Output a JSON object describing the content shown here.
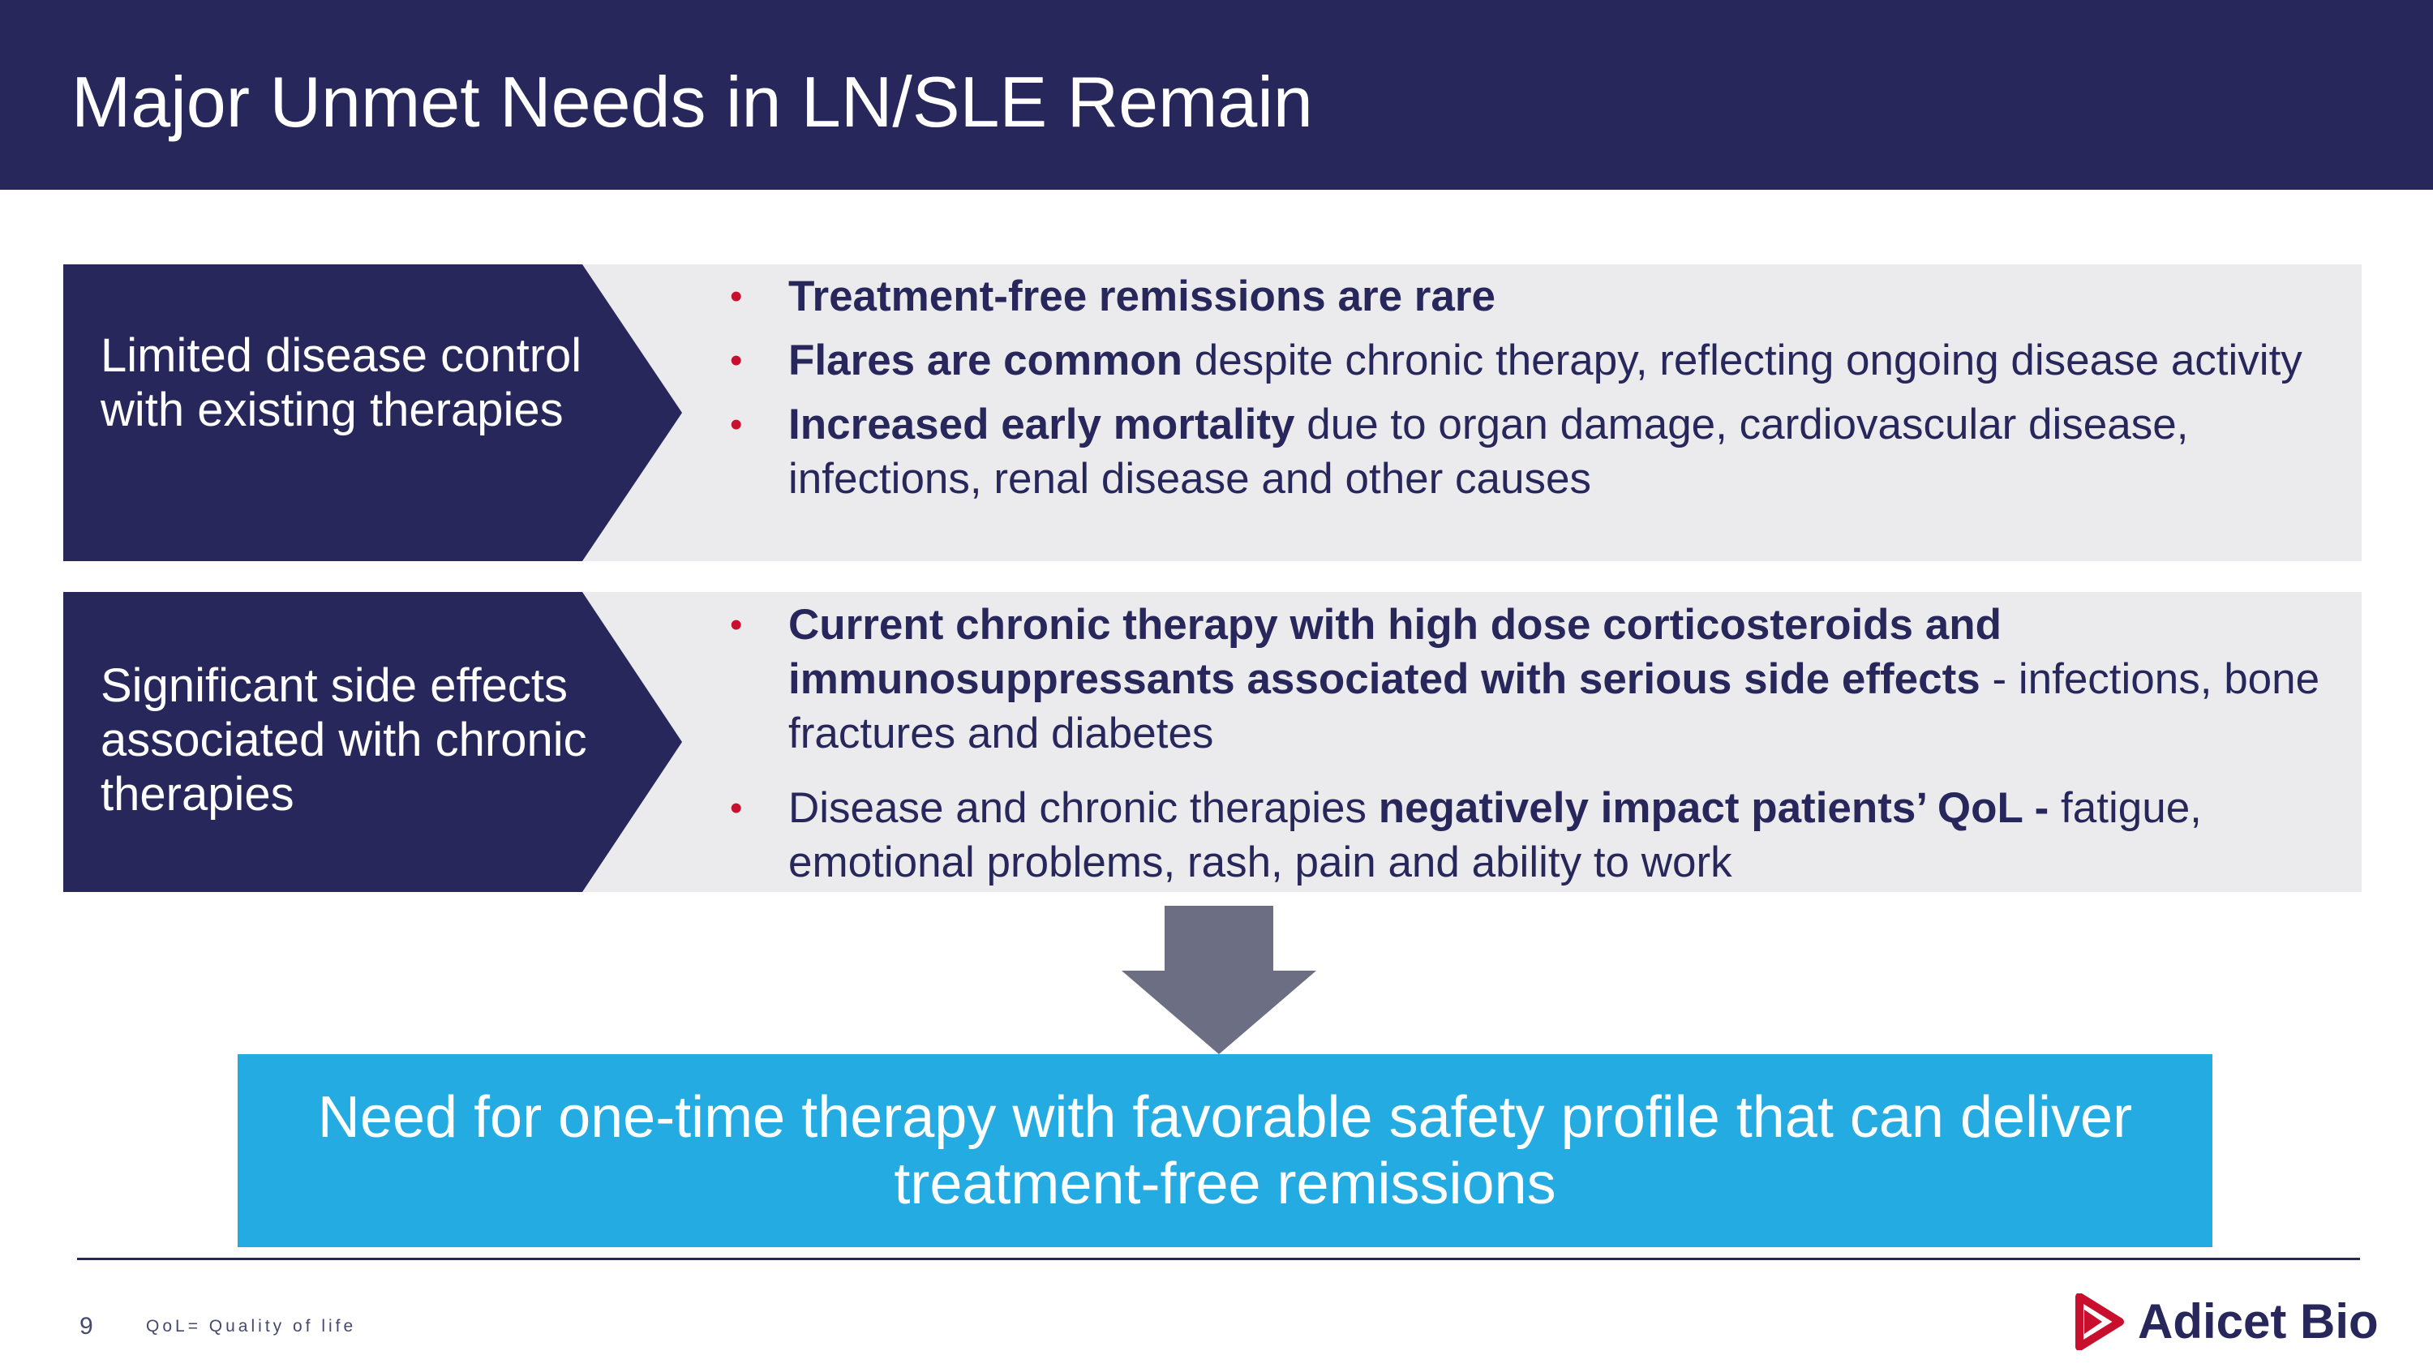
{
  "slide": {
    "title": "Major Unmet Needs in LN/SLE Remain",
    "rows": [
      {
        "label": "Limited disease control with existing therapies",
        "bullets": [
          {
            "bold": "Treatment-free remissions are rare",
            "rest": ""
          },
          {
            "bold": "Flares are common",
            "rest": " despite chronic therapy, reflecting ongoing disease activity"
          },
          {
            "bold": "Increased early mortality",
            "rest": " due to organ damage, cardiovascular disease, infections, renal disease and other causes"
          }
        ]
      },
      {
        "label": "Significant side effects associated with chronic therapies",
        "bullets": [
          {
            "bold": "Current chronic therapy with high dose corticosteroids and immunosuppressants associated with serious side effects",
            "rest": " - infections, bone fractures and diabetes"
          },
          {
            "pre": "Disease and chronic therapies ",
            "bold": "negatively impact patients’ QoL -",
            "rest": " fatigue, emotional problems, rash, pain and ability to work"
          }
        ]
      }
    ],
    "conclusion": "Need for one-time therapy with favorable safety profile that can deliver treatment-free remissions",
    "bullet_char": "•"
  },
  "footer": {
    "page_number": "9",
    "footnote": "QoL= Quality of life",
    "logo_text": "Adicet Bio"
  },
  "colors": {
    "navy": "#27275c",
    "light_gray": "#ebebed",
    "blue": "#23abe2",
    "red": "#c8102e",
    "arrow_gray": "#6c6e84"
  }
}
